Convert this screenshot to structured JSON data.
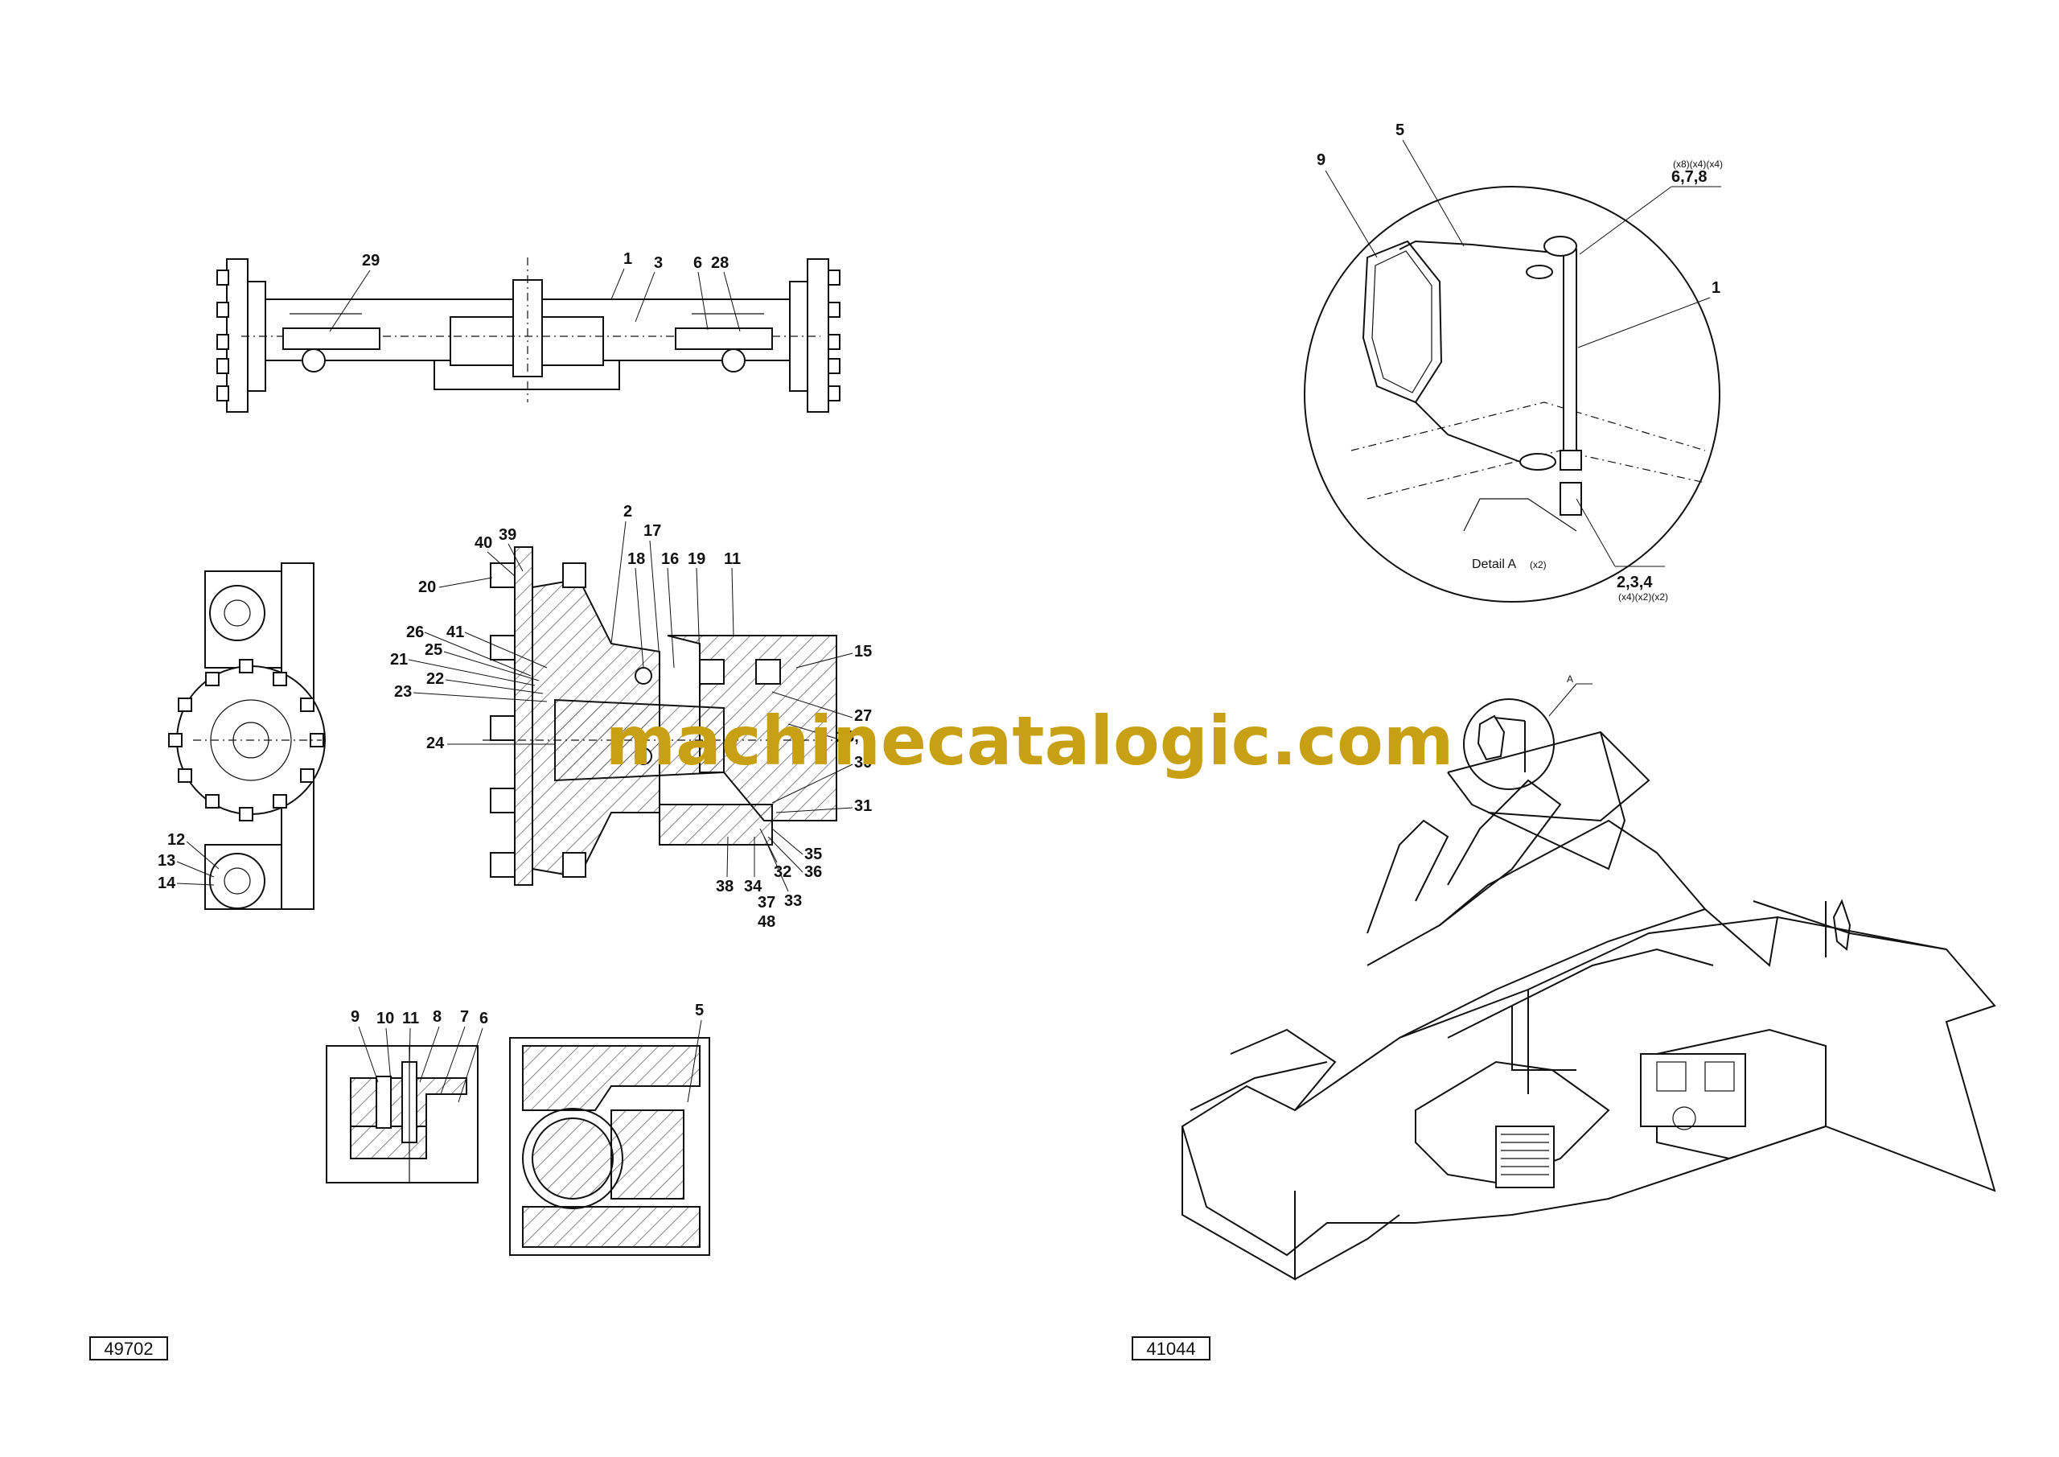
{
  "watermark": "machinecatalogic.com",
  "left_sheet": {
    "drawing_number": "49702",
    "top_view_callouts": [
      "29",
      "1",
      "3",
      "6",
      "28"
    ],
    "end_view_callouts": [
      "12",
      "13",
      "14"
    ],
    "section_callouts": [
      "2",
      "40",
      "39",
      "20",
      "17",
      "18",
      "16",
      "19",
      "11",
      "26",
      "41",
      "25",
      "21",
      "22",
      "15",
      "23",
      "27",
      "23, 9",
      "24",
      "30",
      "31",
      "35",
      "36",
      "38",
      "34",
      "32",
      "37",
      "33",
      "48"
    ],
    "detail_callouts": [
      "9",
      "10",
      "11",
      "8",
      "7",
      "6",
      "5"
    ]
  },
  "right_sheet": {
    "drawing_number": "41044",
    "detail_title": "Detail A",
    "detail_qty": "(x2)",
    "detail_callouts": {
      "item9": "9",
      "item5": "5",
      "group_top_qty": "(x8)(x4)(x4)",
      "group_top": "6,7,8",
      "item1": "1",
      "group_bottom": "2,3,4",
      "group_bottom_qty": "(x4)(x2)(x2)"
    },
    "view_marker": "A"
  },
  "icons": {
    "mirror": "mirror-icon",
    "hub": "wheel-hub-icon"
  }
}
